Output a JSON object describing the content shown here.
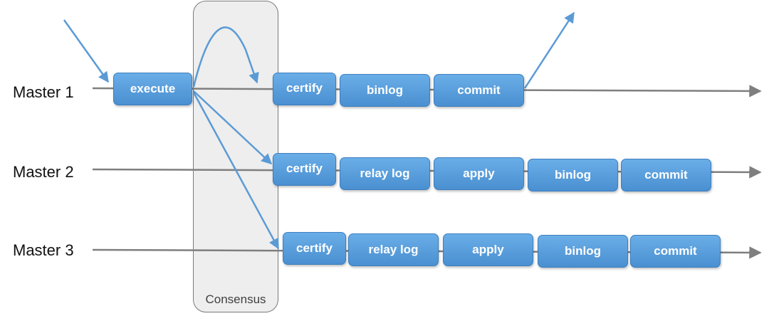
{
  "consensus": {
    "label": "Consensus"
  },
  "masters": [
    {
      "label": "Master 1",
      "steps": [
        "execute",
        "certify",
        "binlog",
        "commit"
      ]
    },
    {
      "label": "Master 2",
      "steps": [
        "certify",
        "relay log",
        "apply",
        "binlog",
        "commit"
      ]
    },
    {
      "label": "Master 3",
      "steps": [
        "certify",
        "relay log",
        "apply",
        "binlog",
        "commit"
      ]
    }
  ],
  "colors": {
    "step_fill": "#5b9bd5",
    "arrow_blue": "#5b9bd5",
    "timeline_gray": "#7f7f7f",
    "consensus_fill": "#eeeeee"
  }
}
